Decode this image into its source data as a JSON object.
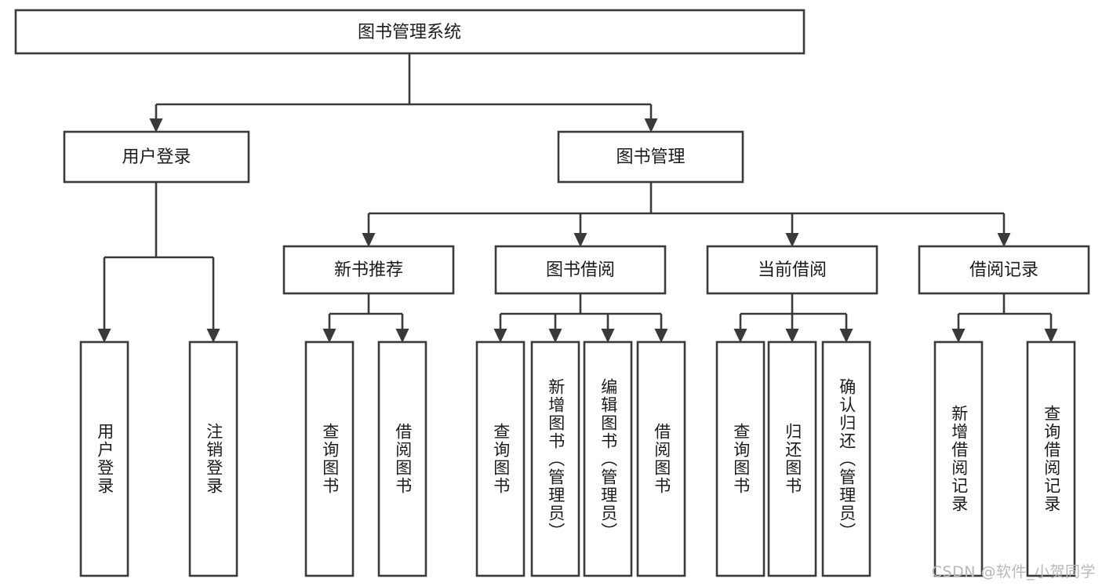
{
  "diagram": {
    "title": "图书管理系统",
    "type": "tree-hierarchy",
    "watermark": "CSDN @软件_小贺同学",
    "colors": {
      "stroke": "#3a3a3a",
      "fill": "#ffffff",
      "text": "#1b1b1b",
      "watermark": "#b8b8b8",
      "background": "#ffffff"
    },
    "levels": {
      "root": {
        "label": "图书管理系统"
      },
      "level2": [
        {
          "label": "用户登录"
        },
        {
          "label": "图书管理"
        }
      ],
      "level3": [
        {
          "label": "新书推荐"
        },
        {
          "label": "图书借阅"
        },
        {
          "label": "当前借阅"
        },
        {
          "label": "借阅记录"
        }
      ],
      "leaves": {
        "user_login": [
          {
            "label": "用户登录"
          },
          {
            "label": "注销登录"
          }
        ],
        "new_book_recommend": [
          {
            "label": "查询图书"
          },
          {
            "label": "借阅图书"
          }
        ],
        "book_borrow": [
          {
            "label": "查询图书"
          },
          {
            "label": "新增图书（管理员）"
          },
          {
            "label": "编辑图书（管理员）"
          },
          {
            "label": "借阅图书"
          }
        ],
        "current_borrow": [
          {
            "label": "查询图书"
          },
          {
            "label": "归还图书"
          },
          {
            "label": "确认归还（管理员）"
          }
        ],
        "borrow_record": [
          {
            "label": "新增借阅记录"
          },
          {
            "label": "查询借阅记录"
          }
        ]
      }
    }
  }
}
